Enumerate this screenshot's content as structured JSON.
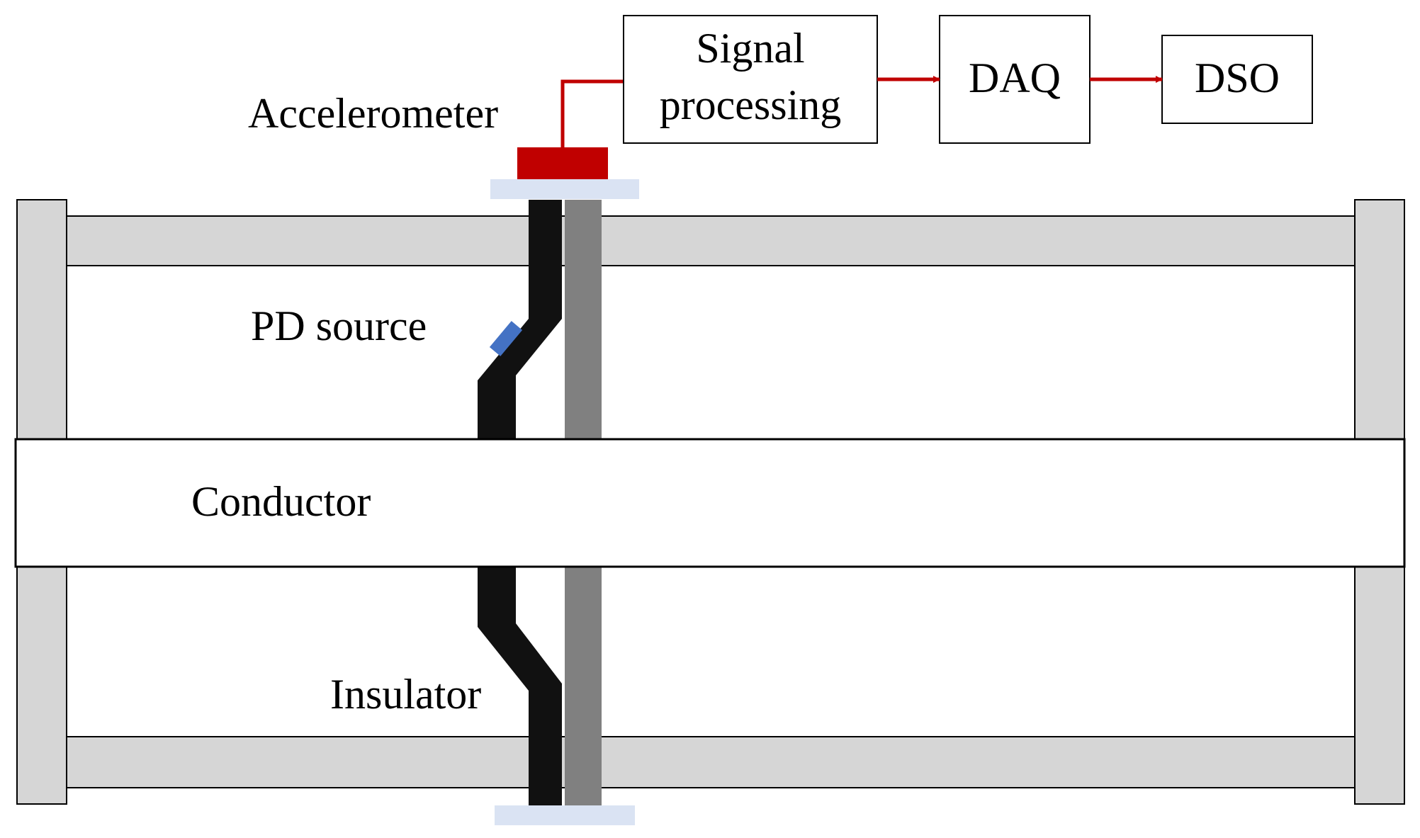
{
  "labels": {
    "accelerometer": "Accelerometer",
    "pd_source": "PD source",
    "conductor": "Conductor",
    "insulator": "Insulator"
  },
  "blocks": {
    "signal_processing": [
      "Signal",
      "processing"
    ],
    "daq": "DAQ",
    "dso": "DSO"
  },
  "colors": {
    "enclosure": "#d6d6d6",
    "outline": "#000000",
    "insulator": "#111111",
    "support_rod": "#808080",
    "accelerometer": "#c00000",
    "signal_wire": "#c00000",
    "pd_source": "#4472c4",
    "mount_plate": "#dae3f3"
  }
}
